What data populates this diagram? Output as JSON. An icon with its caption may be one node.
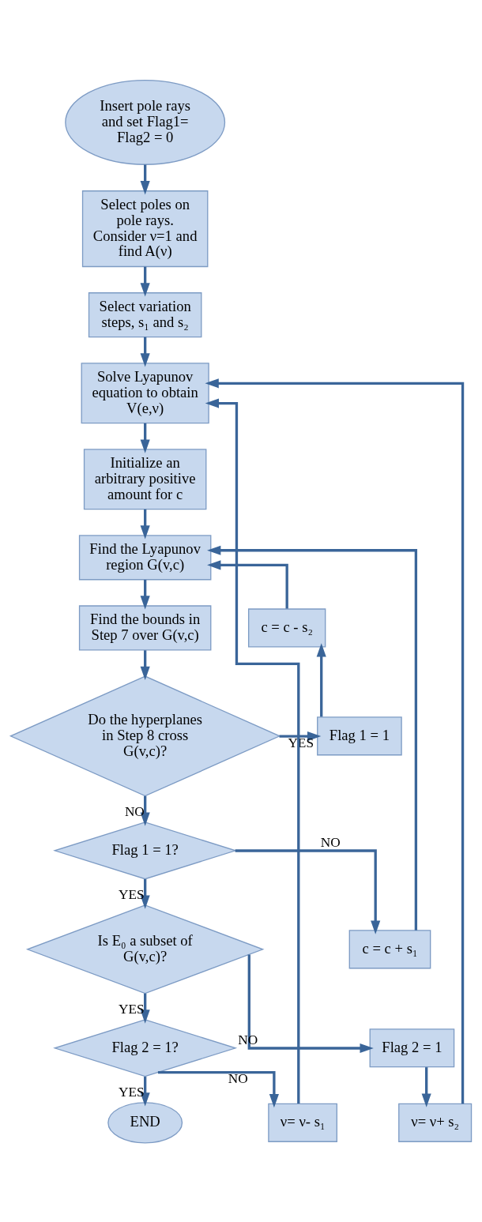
{
  "diagram": {
    "nodes": [
      {
        "text": [
          "Insert pole rays and set Flag1= Flag2 = 0"
        ]
      },
      {
        "text": [
          "Select poles on pole rays. Consider ν=1 and find A(ν)"
        ]
      },
      {
        "text": [
          "Select variation steps, s₁ and s₂"
        ]
      },
      {
        "text": [
          "Solve Lyapunov equation to obtain V(e,ν)"
        ]
      },
      {
        "text": [
          "Initialize an arbitrary positive amount for c"
        ]
      },
      {
        "text": [
          "ν= ν+ s₂"
        ]
      },
      {
        "text": [
          "Find the Lyapunov region G(v,c)"
        ]
      },
      {
        "text": [
          "c = c - s₂"
        ]
      },
      {
        "text": [
          "Find the bounds in Step 7 over G(v,c)"
        ]
      },
      {
        "text": [
          "Flag 1 = 1"
        ]
      },
      {
        "text": [
          "Do the hyperplanes in Step 8 cross G(v,c)?"
        ]
      },
      {
        "text": [
          "c = c + s₁"
        ]
      },
      {
        "text": [
          "ν= ν- s₁"
        ]
      },
      {
        "text": [
          "Flag 2 = 1"
        ]
      },
      {
        "text": [
          "Flag 1 = 1?"
        ]
      },
      {
        "text": [
          "Is E₀ a subset of G(v,c)?"
        ]
      },
      {
        "text": [
          "Flag 2 = 1?"
        ]
      },
      {
        "text": [
          "END"
        ]
      }
    ],
    "edges": [
      {
        "from": 0,
        "to": 1,
        "arrow": "to"
      },
      {
        "from": 1,
        "to": 2,
        "arrow": "to"
      },
      {
        "from": 2,
        "to": 3,
        "arrow": "to"
      },
      {
        "from": 3,
        "to": 4,
        "arrow": "to"
      },
      {
        "from": 4,
        "to": 6,
        "arrow": "to"
      },
      {
        "from": 6,
        "to": 8,
        "arrow": "to"
      },
      {
        "from": 8,
        "to": 10,
        "arrow": "to"
      },
      {
        "from": 10,
        "to": 9,
        "arrow": "to",
        "label": "YES"
      },
      {
        "from": 9,
        "to": 7,
        "arrow": "to"
      },
      {
        "from": 7,
        "to": 6,
        "arrow": "to"
      },
      {
        "from": 10,
        "to": 14,
        "arrow": "to",
        "label": "NO"
      },
      {
        "from": 14,
        "to": 11,
        "arrow": "to",
        "label": "NO"
      },
      {
        "from": 11,
        "to": 6,
        "arrow": "to"
      },
      {
        "from": 14,
        "to": 15,
        "arrow": "to",
        "label": "YES"
      },
      {
        "from": 15,
        "to": 13,
        "arrow": "to",
        "label": "NO"
      },
      {
        "from": 13,
        "to": 5,
        "arrow": "to"
      },
      {
        "from": 5,
        "to": 3,
        "arrow": "to"
      },
      {
        "from": 15,
        "to": 16,
        "arrow": "to",
        "label": "YES"
      },
      {
        "from": 16,
        "to": 12,
        "arrow": "to",
        "label": "NO"
      },
      {
        "from": 12,
        "to": 3,
        "arrow": "to"
      },
      {
        "from": 16,
        "to": 17,
        "arrow": "to",
        "label": "YES"
      }
    ]
  }
}
